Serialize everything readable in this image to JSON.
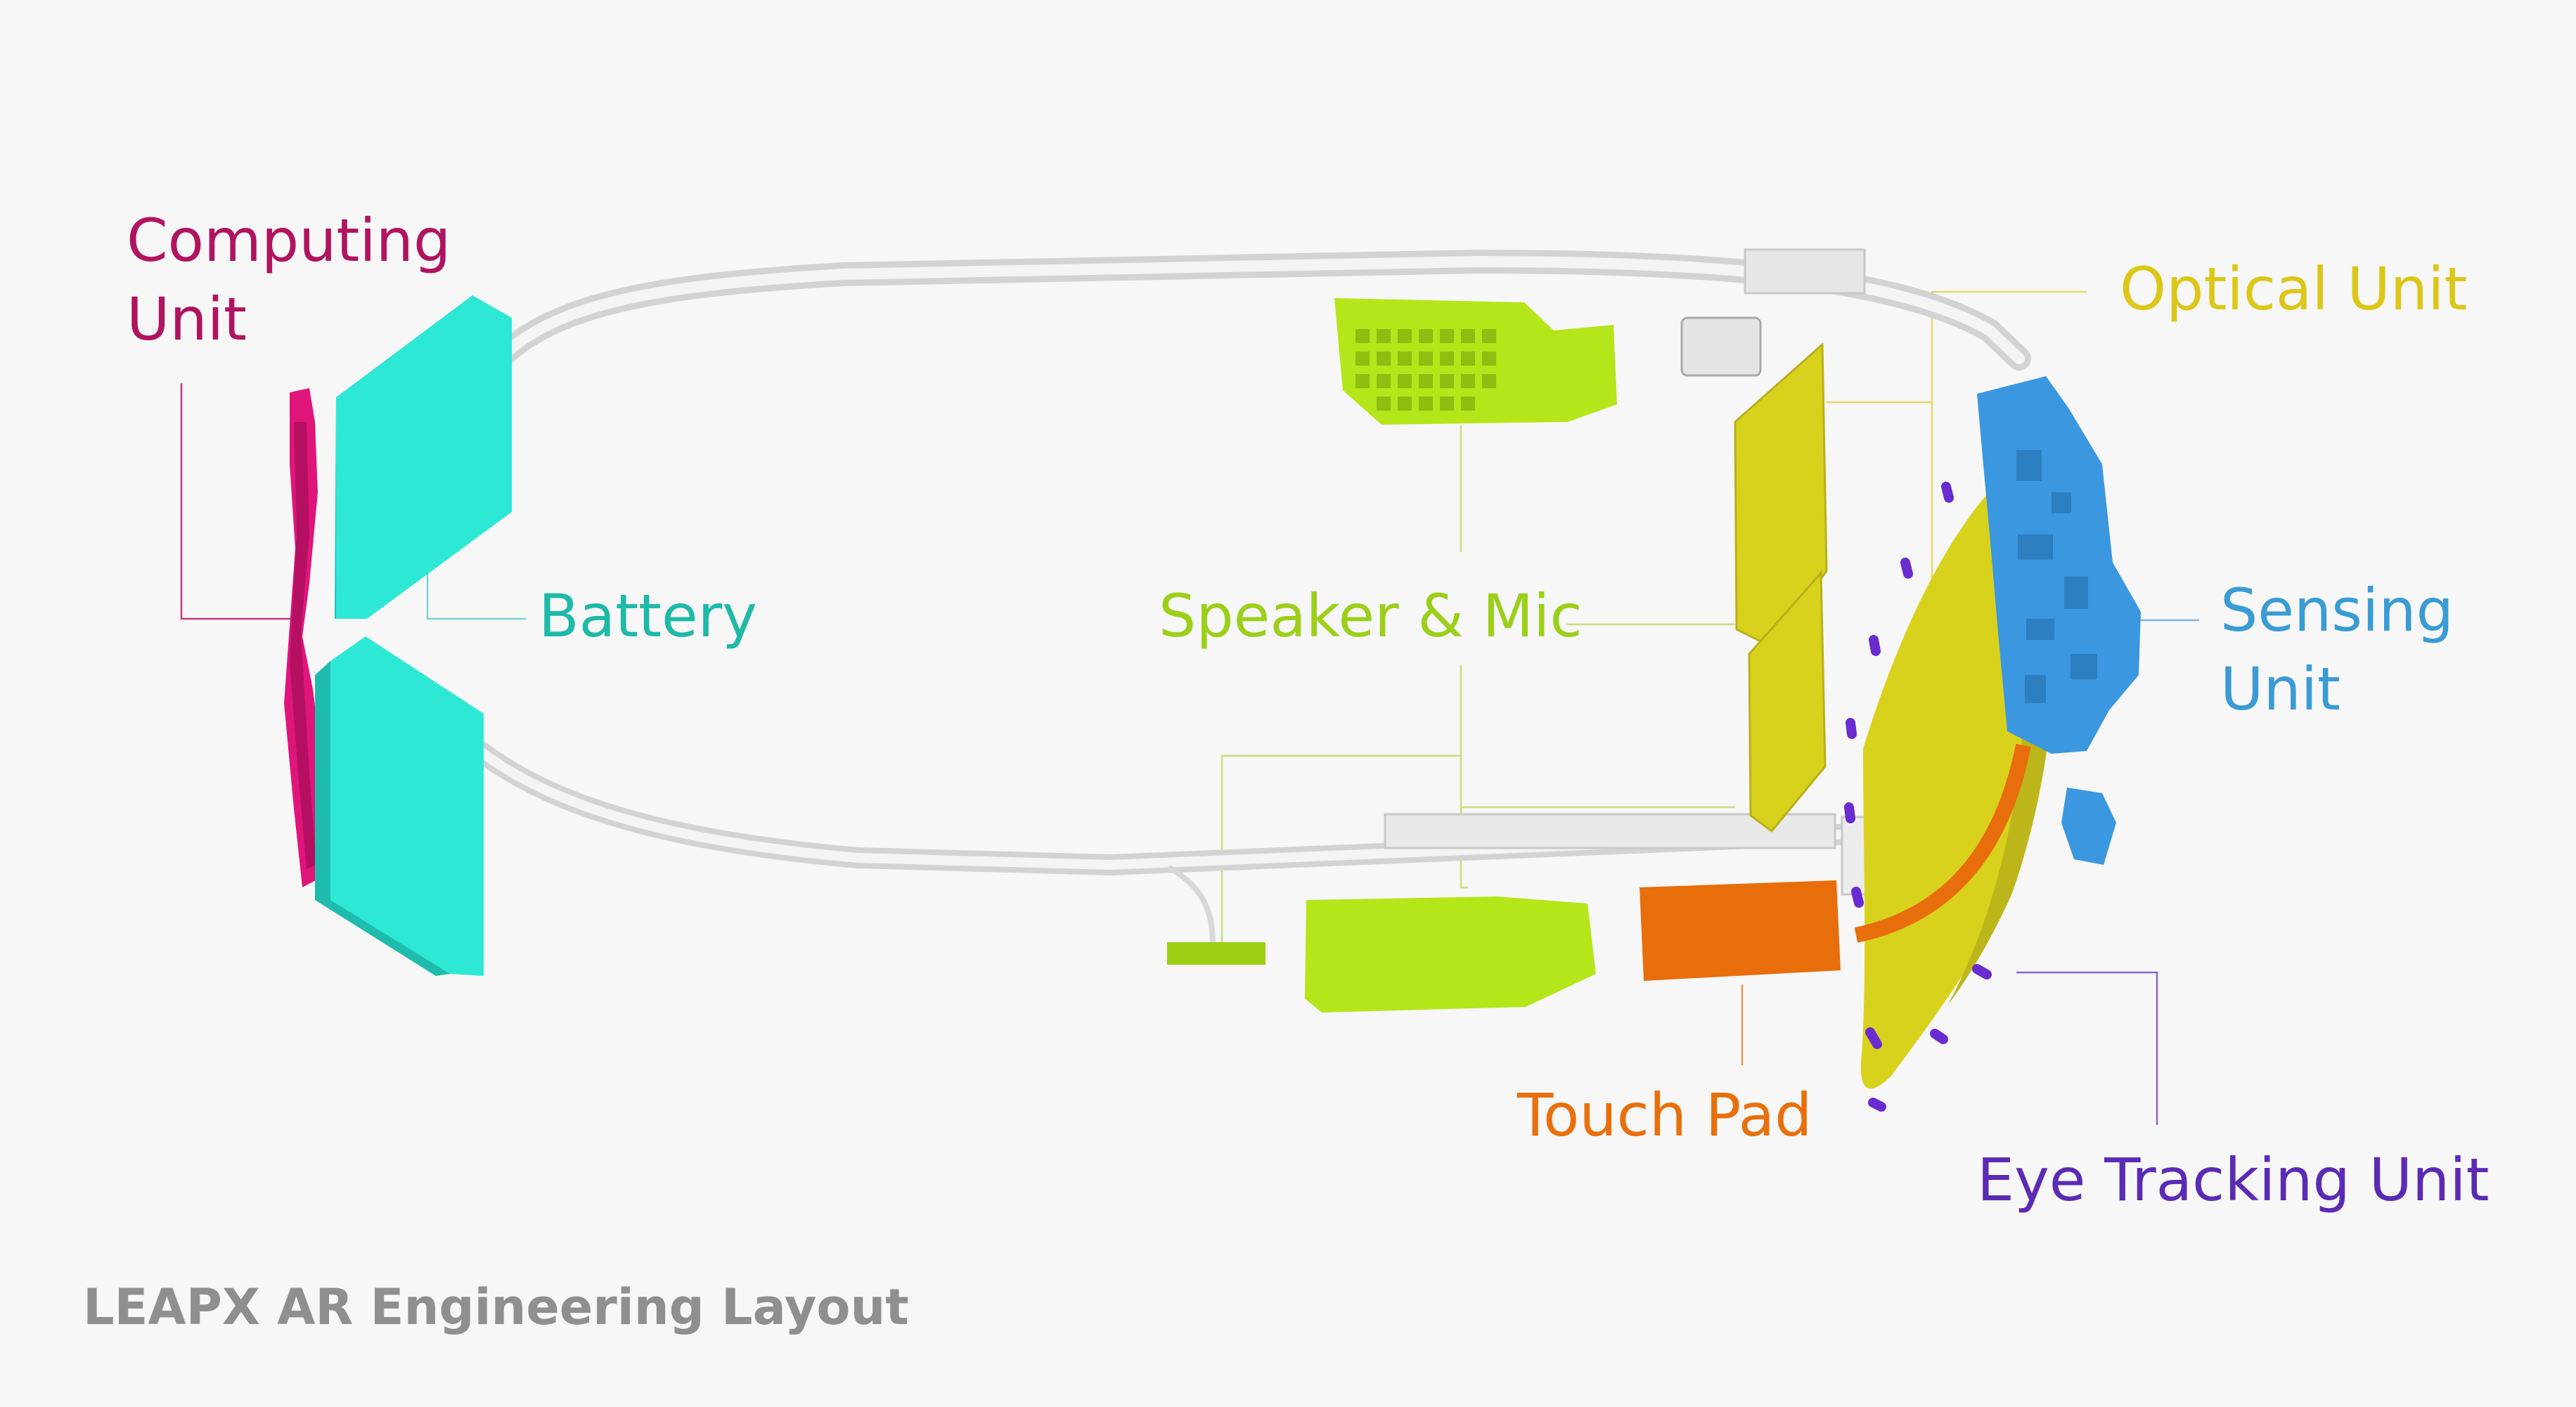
{
  "diagram": {
    "caption": "LEAPX AR Engineering Layout",
    "labels": {
      "computing_unit": {
        "line1": "Computing",
        "line2": "Unit",
        "color": "#b0135f"
      },
      "battery": {
        "text": "Battery",
        "color": "#1ebaa8"
      },
      "speaker_mic": {
        "text": "Speaker & Mic",
        "color": "#9ccf1a"
      },
      "optical_unit": {
        "text": "Optical Unit",
        "color": "#dcc718"
      },
      "sensing_unit": {
        "line1": "Sensing",
        "line2": "Unit",
        "color": "#3a9bd5"
      },
      "touch_pad": {
        "text": "Touch Pad",
        "color": "#e8700c"
      },
      "eye_tracking_unit": {
        "text": "Eye Tracking Unit",
        "color": "#5b2bb5"
      }
    },
    "component_colors": {
      "frame": "#e2e2e2",
      "computing": "#e0157a",
      "battery": "#2ee8d6",
      "speaker_mic": "#b4e619",
      "optical": "#d9d21d",
      "sensing": "#3b97df",
      "touch_pad": "#e86d0b",
      "eye_tracking": "#6a2bd0"
    }
  }
}
